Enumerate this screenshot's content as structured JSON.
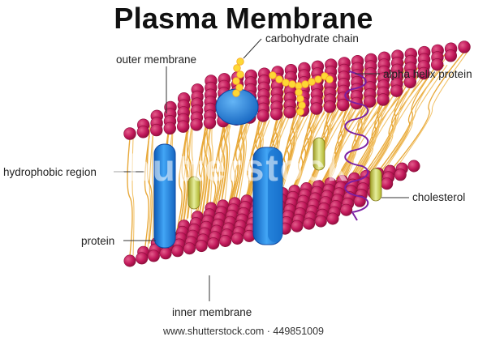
{
  "title": "Plasma Membrane",
  "labels": {
    "carbohydrate_chain": "carbohydrate chain",
    "outer_membrane": "outer membrane",
    "alpha_helix_protein": "alpha helix protein",
    "hydrophobic_region": "hydrophobic region",
    "cholesterol": "cholesterol",
    "protein": "protein",
    "inner_membrane": "inner membrane"
  },
  "footer": "www.shutterstock.com · 449851009",
  "watermark": "shutterstock",
  "colors": {
    "lipid_head": "#c2185b",
    "lipid_head_dark": "#8e0f3c",
    "lipid_tail": "#e8a93a",
    "protein_blue": "#1e88e5",
    "protein_blue_dark": "#0d47a1",
    "carbohydrate": "#fdd835",
    "cholesterol": "#c0ca33",
    "alpha_helix": "#7b1fa2",
    "leader_line": "#333333"
  }
}
